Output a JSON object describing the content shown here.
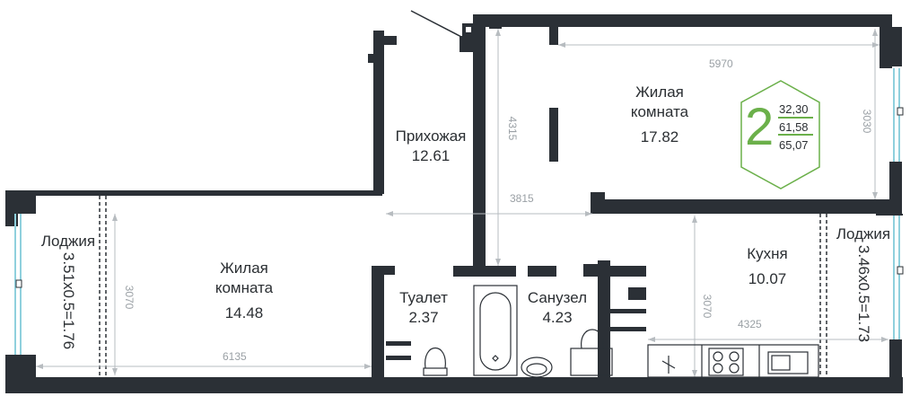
{
  "rooms_count": "2",
  "areas": {
    "living": "32,30",
    "total": "61,58",
    "with_balcony": "65,07"
  },
  "rooms": {
    "living_room_1": {
      "line1": "Жилая",
      "line2": "комната",
      "area": "17.82"
    },
    "hallway": {
      "name": "Прихожая",
      "area": "12.61"
    },
    "living_room_2": {
      "line1": "Жилая",
      "line2": "комната",
      "area": "14.48"
    },
    "toilet": {
      "name": "Туалет",
      "area": "2.37"
    },
    "bathroom": {
      "name": "Санузел",
      "area": "4.23"
    },
    "kitchen": {
      "name": "Кухня",
      "area": "10.07"
    },
    "loggia_left": {
      "name": "Лоджия",
      "dims": "3.51x0.5=1.76"
    },
    "loggia_right": {
      "name": "Лоджия",
      "dims": "3.46x0.5=1.73"
    }
  },
  "dimensions": {
    "top_width": "5970",
    "top_height": "3030",
    "corridor_height": "4315",
    "corridor_width": "3815",
    "left_room_height": "3070",
    "left_room_width": "6135",
    "kitchen_height": "3070",
    "kitchen_width": "4325"
  },
  "colors": {
    "wall": "#2b3036",
    "accent": "#6bb04a",
    "dimension": "#9aa0a5",
    "window": "#8fd0dd"
  }
}
